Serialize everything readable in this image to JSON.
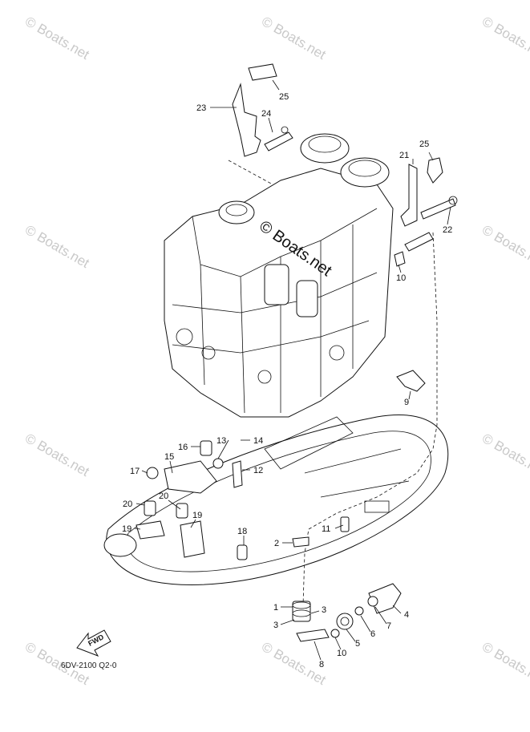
{
  "watermarks": [
    "© Boats.net",
    "© Boats.net",
    "© Boats.net",
    "© Boats.net",
    "© Boats.net",
    "© Boats.net",
    "© Boats.net",
    "© Boats.net",
    "© Boats.net",
    "© Boats.net"
  ],
  "center_watermark": "© Boats.net",
  "fwd_label": "FWD",
  "diagram_code": "6DV-2100 Q2-0",
  "callouts": {
    "c25a": "25",
    "c23": "23",
    "c24": "24",
    "c21": "21",
    "c25b": "25",
    "c22": "22",
    "c10a": "10",
    "c9": "9",
    "c16": "16",
    "c13": "13",
    "c14": "14",
    "c17": "17",
    "c15": "15",
    "c12": "12",
    "c20a": "20",
    "c20b": "20",
    "c19a": "19",
    "c19b": "19",
    "c18": "18",
    "c11": "11",
    "c2": "2",
    "c1": "1",
    "c3a": "3",
    "c3b": "3",
    "c4": "4",
    "c7": "7",
    "c6": "6",
    "c5": "5",
    "c10b": "10",
    "c8": "8"
  }
}
